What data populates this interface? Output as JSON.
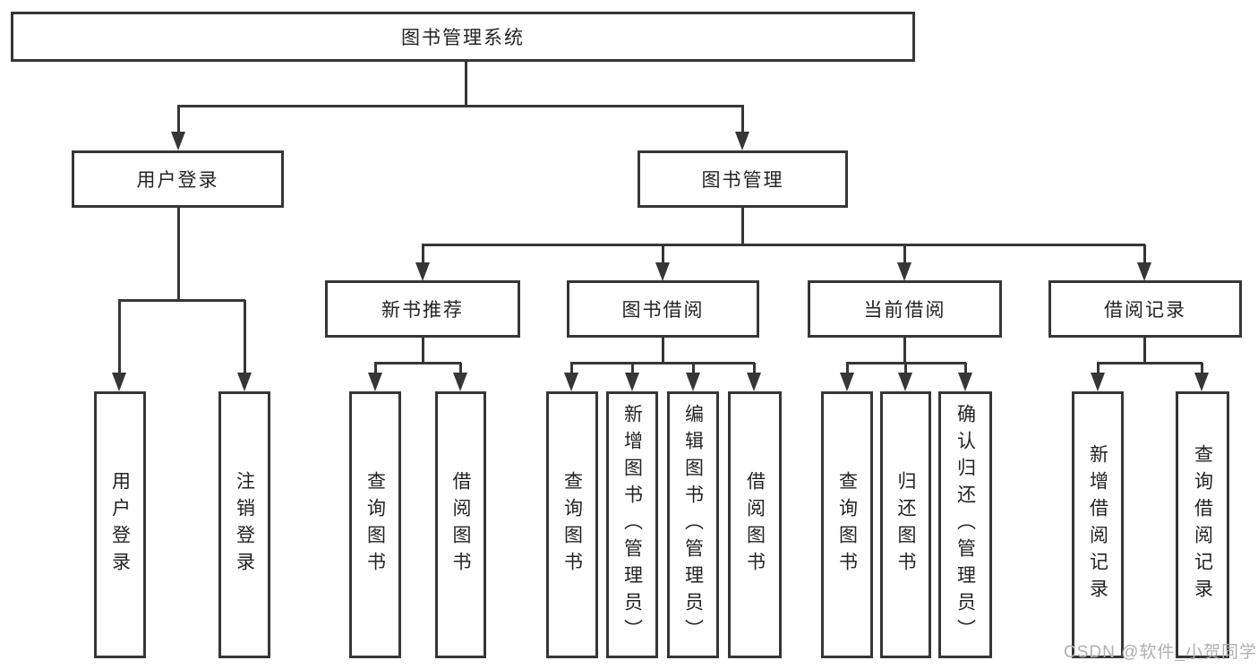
{
  "tree": {
    "root": "图书管理系统",
    "user_login": "用户登录",
    "book_mgmt": "图书管理",
    "user_children": [
      "用户登录",
      "注销登录"
    ],
    "modules": [
      "新书推荐",
      "图书借阅",
      "当前借阅",
      "借阅记录"
    ],
    "new_book_children": [
      "查询图书",
      "借阅图书"
    ],
    "borrow_children": [
      "查询图书",
      "新增图书（管理员）",
      "编辑图书（管理员）",
      "借阅图书"
    ],
    "current_children": [
      "查询图书",
      "归还图书",
      "确认归还（管理员）"
    ],
    "record_children": [
      "新增借阅记录",
      "查询借阅记录"
    ]
  },
  "watermark": {
    "text": "CSDN @软件_小贺同学"
  },
  "colors": {
    "line": "#363636",
    "text": "#232323",
    "watermark": "#b0b0b0",
    "background": "#ffffff"
  }
}
